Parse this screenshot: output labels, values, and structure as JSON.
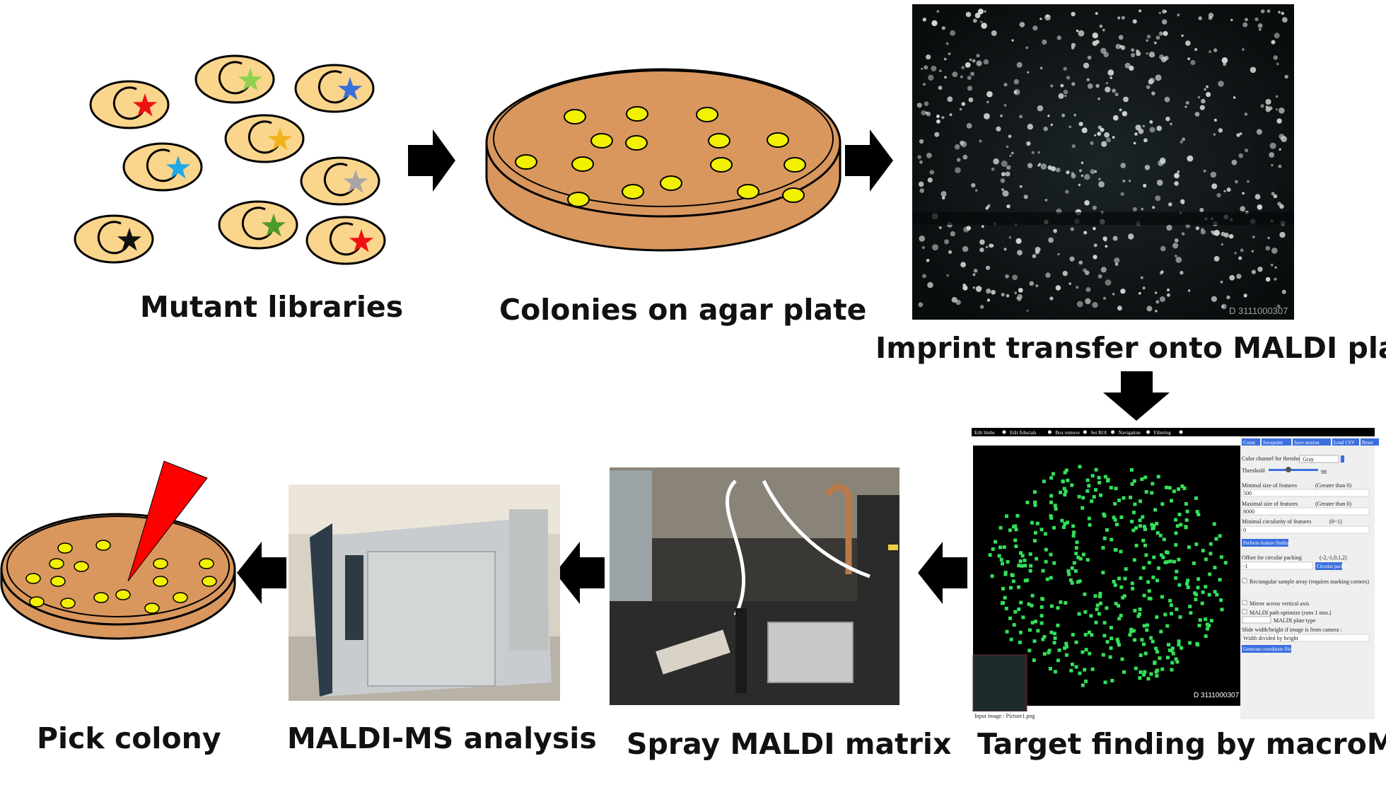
{
  "steps": {
    "mutant_libraries": "Mutant libraries",
    "colonies_on_agar": "Colonies on agar plate",
    "imprint_transfer": "Imprint transfer onto MALDI plate",
    "target_finding": "Target finding by macroMS",
    "spray_matrix": "Spray MALDI matrix",
    "maldi_ms_analysis": "MALDI-MS analysis",
    "pick_colony": "Pick colony"
  },
  "plate_stamp": "D 3111000307",
  "macroms_ui": {
    "modes": [
      "Edit blobs",
      "Edit fiducials",
      "Box remove",
      "Set ROI",
      "Navigation",
      "Filtering"
    ],
    "buttons": [
      "Count",
      "Savepoint",
      "Save session",
      "Load CSV",
      "Reset"
    ],
    "color_channel_label": "Color channel for threshold",
    "color_channel_value": "Gray",
    "threshold_label": "Threshold",
    "threshold_value": "98",
    "min_size_label": "Minimal size of features",
    "min_size_hint": "(Greater than 0)",
    "min_size_value": "500",
    "max_size_label": "Maximal size of features",
    "max_size_hint": "(Greater than 0)",
    "max_size_value": "8000",
    "min_circ_label": "Minimal circularity of features",
    "min_circ_hint": "(0~1)",
    "min_circ_value": "0",
    "perform_button": "Perform feature finding",
    "offset_label": "Offset for circular packing",
    "offset_hint": "(-2,-1,0,1,2)",
    "offset_value": "-1",
    "circular_pack_button": "Circular pack",
    "rect_array_label": "Rectangular sample array (requires marking corners)",
    "mirror_label": "Mirror across vertical axis",
    "path_label": "MALDI path optimize (runs 1 min.)",
    "plate_type_label": "MALDI plate type",
    "slide_label": "Slide width/height if image is from camera :",
    "slide_placeholder": "Width divided by height",
    "generate_button": "Generate coordinate file",
    "input_image_label": "Input image : Picture1.png"
  },
  "colors": {
    "cell_fill": "#FAD58C",
    "agar": "#D9975E",
    "colony": "#F2F200",
    "arrow": "#000000",
    "pick_needle": "#FF0000",
    "ui_button": "#3B6FE0",
    "blob_green": "#33E05A"
  },
  "library_stars": [
    "red",
    "light-green",
    "royal-blue",
    "orange",
    "deep-sky-blue",
    "gray",
    "black",
    "green",
    "red"
  ]
}
